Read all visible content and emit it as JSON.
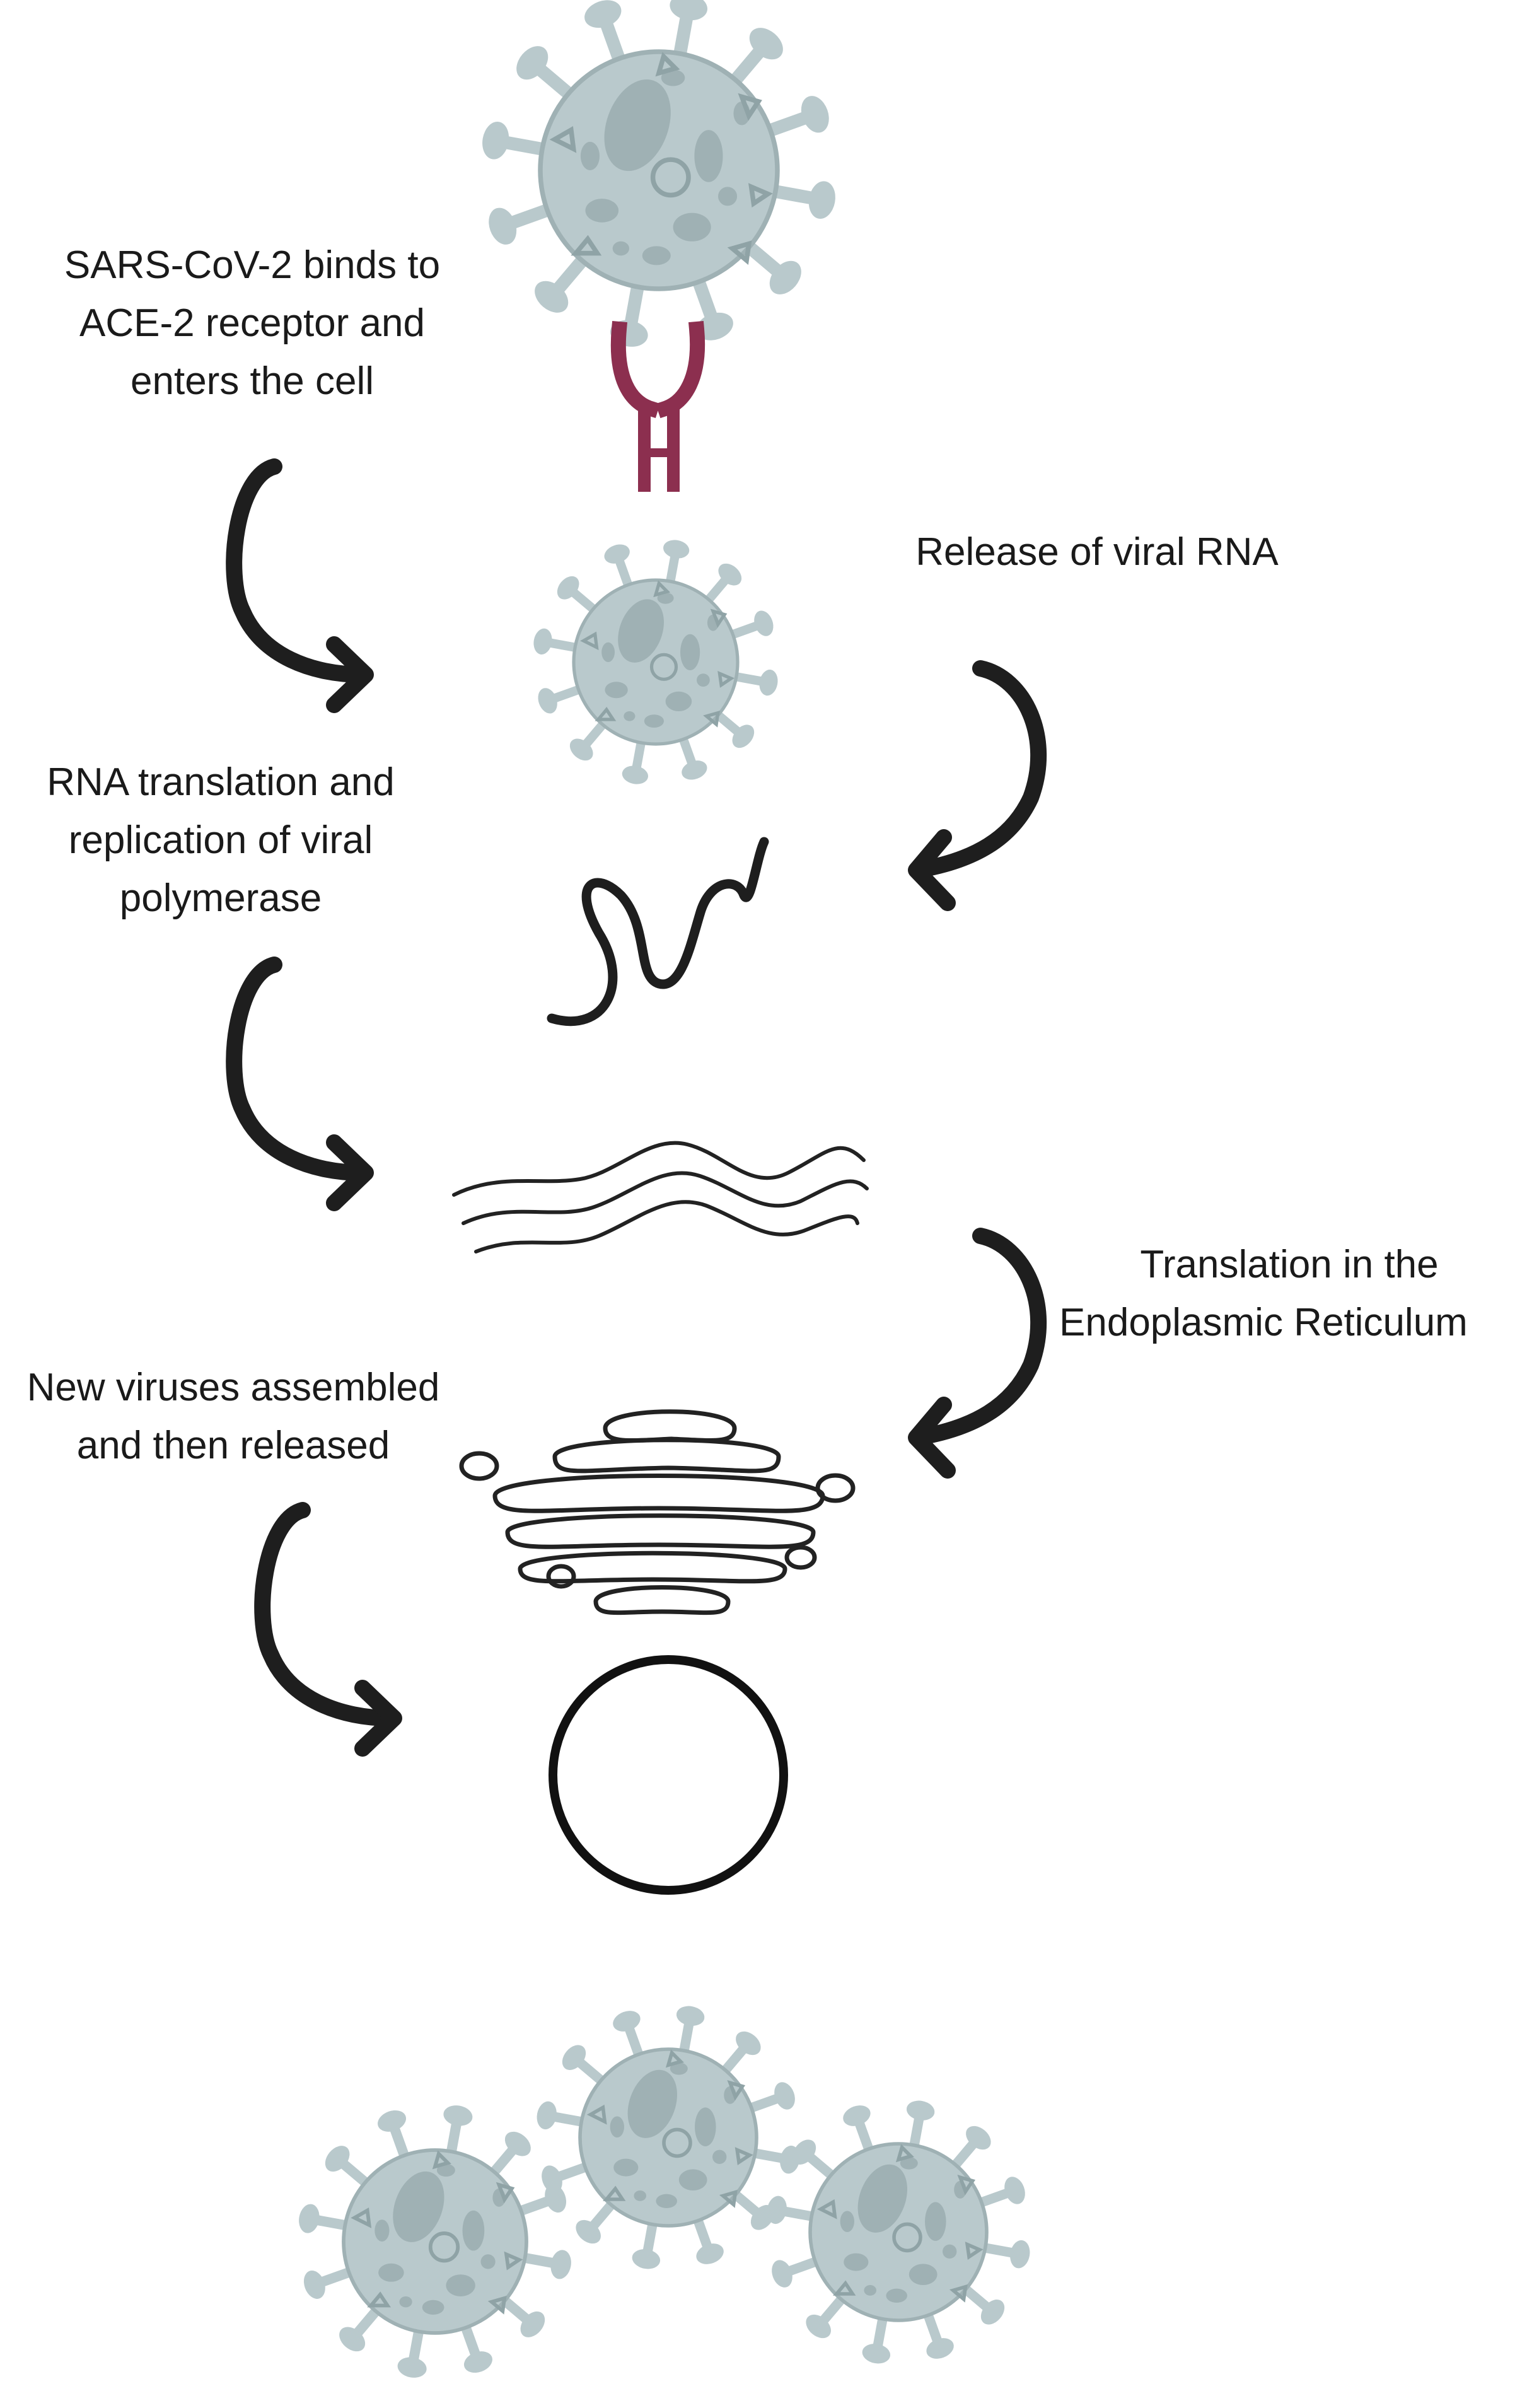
{
  "labels": {
    "binding": [
      "SARS-CoV-2 binds to",
      "ACE-2 receptor and",
      "enters the cell"
    ],
    "release": [
      "Release of viral RNA"
    ],
    "replication": [
      "RNA translation and",
      "replication of viral",
      "polymerase"
    ],
    "translation": [
      "Translation in the",
      "Endoplasmic Reticulum"
    ],
    "assembly": [
      "New viruses assembled",
      "and then released"
    ]
  },
  "colors": {
    "virus_body": "#b9c9cc",
    "virus_spot": "#9fb1b4",
    "virus_outline": "#8fa3a6",
    "receptor": "#8c2f4f",
    "arrow": "#1e1e1e",
    "ink": "#1a1a1a"
  },
  "icons": [
    "virus-icon",
    "ace2-receptor-icon",
    "viral-rna-strand-icon",
    "polymerase-strands-icon",
    "endoplasmic-reticulum-icon",
    "vesicle-icon",
    "curved-arrow-icon"
  ]
}
